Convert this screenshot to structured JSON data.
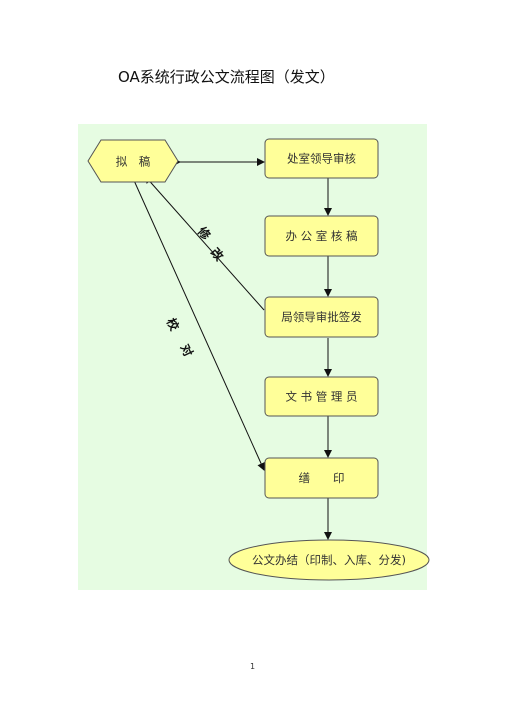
{
  "title": "OA系统行政公文流程图（发文）",
  "nodes": {
    "draft": "拟　稿",
    "dept_review": "处室领导审核",
    "office_check": "办 公 室 核 稿",
    "bureau_sign": "局领导审批签发",
    "clerk": "文 书 管 理 员",
    "print": "缮　　印",
    "finish": "公文办结（印制、入库、分发)"
  },
  "edge_labels": {
    "revise_1": "修",
    "revise_2": "改",
    "proof_1": "校",
    "proof_2": "对"
  },
  "colors": {
    "panel_bg": "#e6fce2",
    "node_fill": "#ffff99",
    "node_stroke": "#555555"
  },
  "page_number": "1"
}
